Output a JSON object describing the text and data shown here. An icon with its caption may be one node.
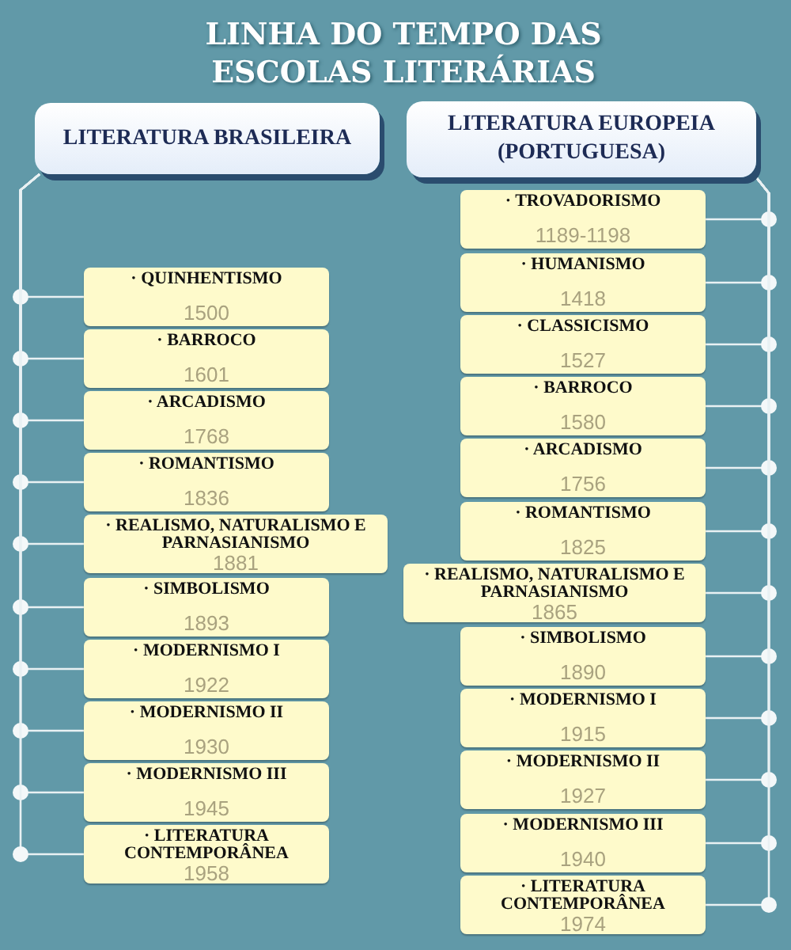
{
  "diagram": {
    "title": "LINHA DO TEMPO DAS ESCOLAS LITERÁRIAS",
    "nodes": [
      {
        "text": [
          "LITERATURA BRASILEIRA"
        ]
      },
      {
        "text": [
          "· QUINHENTISMO",
          "1500"
        ]
      },
      {
        "text": [
          "· BARROCO",
          "1601"
        ]
      },
      {
        "text": [
          "· ARCADISMO",
          "1768"
        ]
      },
      {
        "text": [
          "· ROMANTISMO",
          "1836"
        ]
      },
      {
        "text": [
          "· REALISMO, NATURALISMO E PARNASIANISMO",
          "1881"
        ]
      },
      {
        "text": [
          "· SIMBOLISMO",
          "1893"
        ]
      },
      {
        "text": [
          "· MODERNISMO I",
          "1922"
        ]
      },
      {
        "text": [
          "· MODERNISMO II",
          "1930"
        ]
      },
      {
        "text": [
          "· MODERNISMO III",
          "1945"
        ]
      },
      {
        "text": [
          "· LITERATURA CONTEMPORÂNEA",
          "1958"
        ]
      },
      {
        "text": [
          "LITERATURA EUROPEIA (PORTUGUESA)"
        ]
      },
      {
        "text": [
          "· TROVADORISMO",
          "1189-1198"
        ]
      },
      {
        "text": [
          "· HUMANISMO",
          "1418"
        ]
      },
      {
        "text": [
          "· CLASSICISMO",
          "1527"
        ]
      },
      {
        "text": [
          "· BARROCO",
          "1580"
        ]
      },
      {
        "text": [
          "· ARCADISMO",
          "1756"
        ]
      },
      {
        "text": [
          "· ROMANTISMO",
          "1825"
        ]
      },
      {
        "text": [
          "· REALISMO, NATURALISMO E PARNASIANISMO",
          "1865"
        ]
      },
      {
        "text": [
          "· SIMBOLISMO",
          "1890"
        ]
      },
      {
        "text": [
          "· MODERNISMO I",
          "1915"
        ]
      },
      {
        "text": [
          "· MODERNISMO II",
          "1927"
        ]
      },
      {
        "text": [
          "· MODERNISMO III",
          "1940"
        ]
      },
      {
        "text": [
          "· LITERATURA CONTEMPORÂNEA",
          "1974"
        ]
      }
    ],
    "edges": [
      {
        "from": 0,
        "to": 1,
        "arrow": "none"
      },
      {
        "from": 0,
        "to": 2,
        "arrow": "none"
      },
      {
        "from": 0,
        "to": 3,
        "arrow": "none"
      },
      {
        "from": 0,
        "to": 4,
        "arrow": "none"
      },
      {
        "from": 0,
        "to": 5,
        "arrow": "none"
      },
      {
        "from": 0,
        "to": 6,
        "arrow": "none"
      },
      {
        "from": 0,
        "to": 7,
        "arrow": "none"
      },
      {
        "from": 0,
        "to": 8,
        "arrow": "none"
      },
      {
        "from": 0,
        "to": 9,
        "arrow": "none"
      },
      {
        "from": 0,
        "to": 10,
        "arrow": "none"
      },
      {
        "from": 11,
        "to": 12,
        "arrow": "none"
      },
      {
        "from": 11,
        "to": 13,
        "arrow": "none"
      },
      {
        "from": 11,
        "to": 14,
        "arrow": "none"
      },
      {
        "from": 11,
        "to": 15,
        "arrow": "none"
      },
      {
        "from": 11,
        "to": 16,
        "arrow": "none"
      },
      {
        "from": 11,
        "to": 17,
        "arrow": "none"
      },
      {
        "from": 11,
        "to": 18,
        "arrow": "none"
      },
      {
        "from": 11,
        "to": 19,
        "arrow": "none"
      },
      {
        "from": 11,
        "to": 20,
        "arrow": "none"
      },
      {
        "from": 11,
        "to": 21,
        "arrow": "none"
      },
      {
        "from": 11,
        "to": 22,
        "arrow": "none"
      },
      {
        "from": 11,
        "to": 23,
        "arrow": "none"
      }
    ]
  }
}
